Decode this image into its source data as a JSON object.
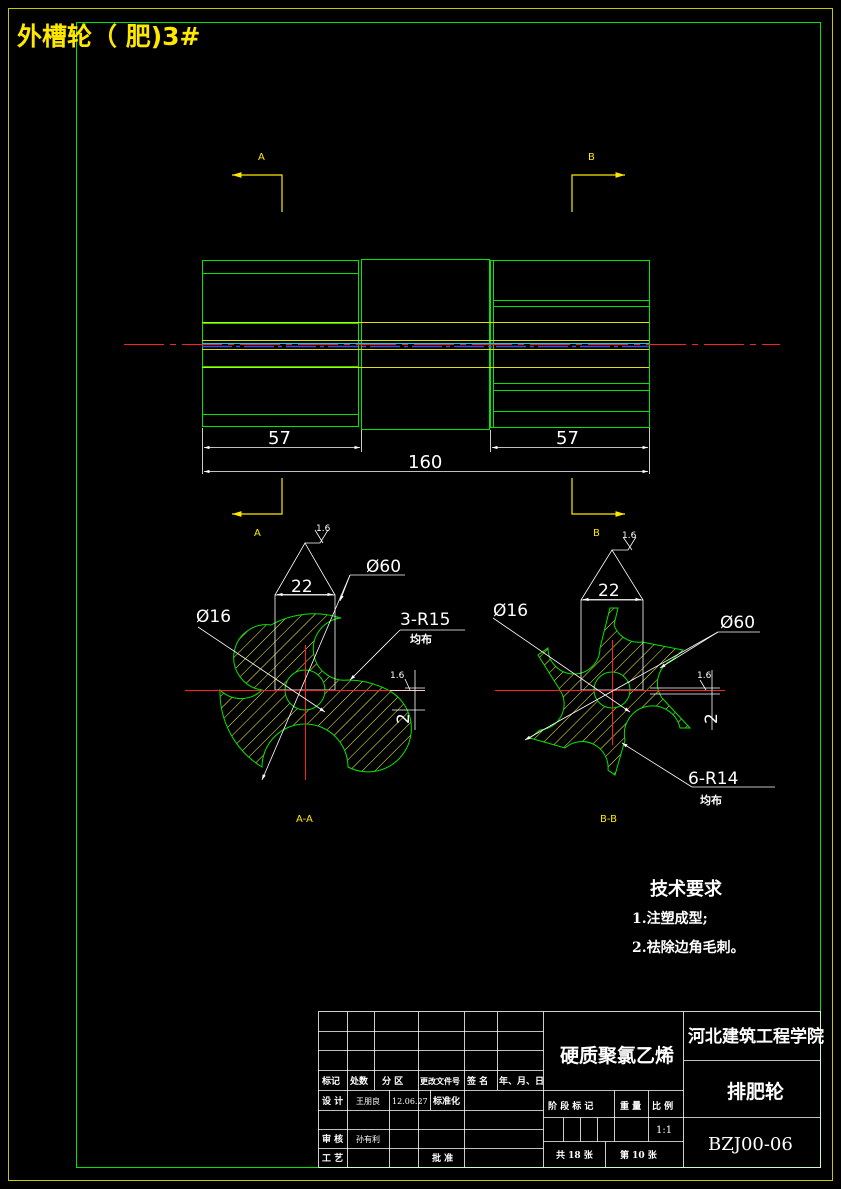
{
  "title": "外槽轮（ 肥)3#",
  "section_marks": {
    "a": "A",
    "b": "B"
  },
  "dims": {
    "left_len": "57",
    "right_len": "57",
    "total_len": "160"
  },
  "section_aa": {
    "caption": "A-A",
    "dia16": "Ø16",
    "dia60": "Ø60",
    "width22": "22",
    "radius": "3-R15",
    "uniform": "均布",
    "roughness_top": "1.6",
    "roughness_side": "1.6",
    "key_depth": "2"
  },
  "section_bb": {
    "caption": "B-B",
    "dia16": "Ø16",
    "dia60": "Ø60",
    "width22": "22",
    "radius": "6-R14",
    "uniform": "均布",
    "roughness_top": "1.6",
    "roughness_side": "1.6",
    "key_depth": "2"
  },
  "tech_req": {
    "heading": "技术要求",
    "items": [
      "1.注塑成型;",
      "2.祛除边角毛刺。"
    ]
  },
  "title_block": {
    "material": "硬质聚氯乙烯",
    "school": "河北建筑工程学院",
    "part_name": "排肥轮",
    "drawing_no": "BZJ00-06",
    "header_row": [
      "标记",
      "处数",
      "分 区",
      "更改文件号",
      "签 名",
      "年、月、日"
    ],
    "design_label": "设 计",
    "designer": "王朋良",
    "date": "12.06.27",
    "standard_label": "标准化",
    "stage_label": "阶 段 标 记",
    "weight_label": "重 量",
    "scale_label": "比 例",
    "scale": "1:1",
    "check_label": "审 核",
    "checker": "孙有利",
    "process_label": "工 艺",
    "approve_label": "批 准",
    "sheets_total": "共 18 张",
    "sheet_no": "第 10 张"
  },
  "colors": {
    "frame": "#c8c800",
    "outline": "#00e600",
    "dim": "#ffffff",
    "center": "#ff2020",
    "hatch": "#ffff33",
    "label": "#ffe800"
  }
}
